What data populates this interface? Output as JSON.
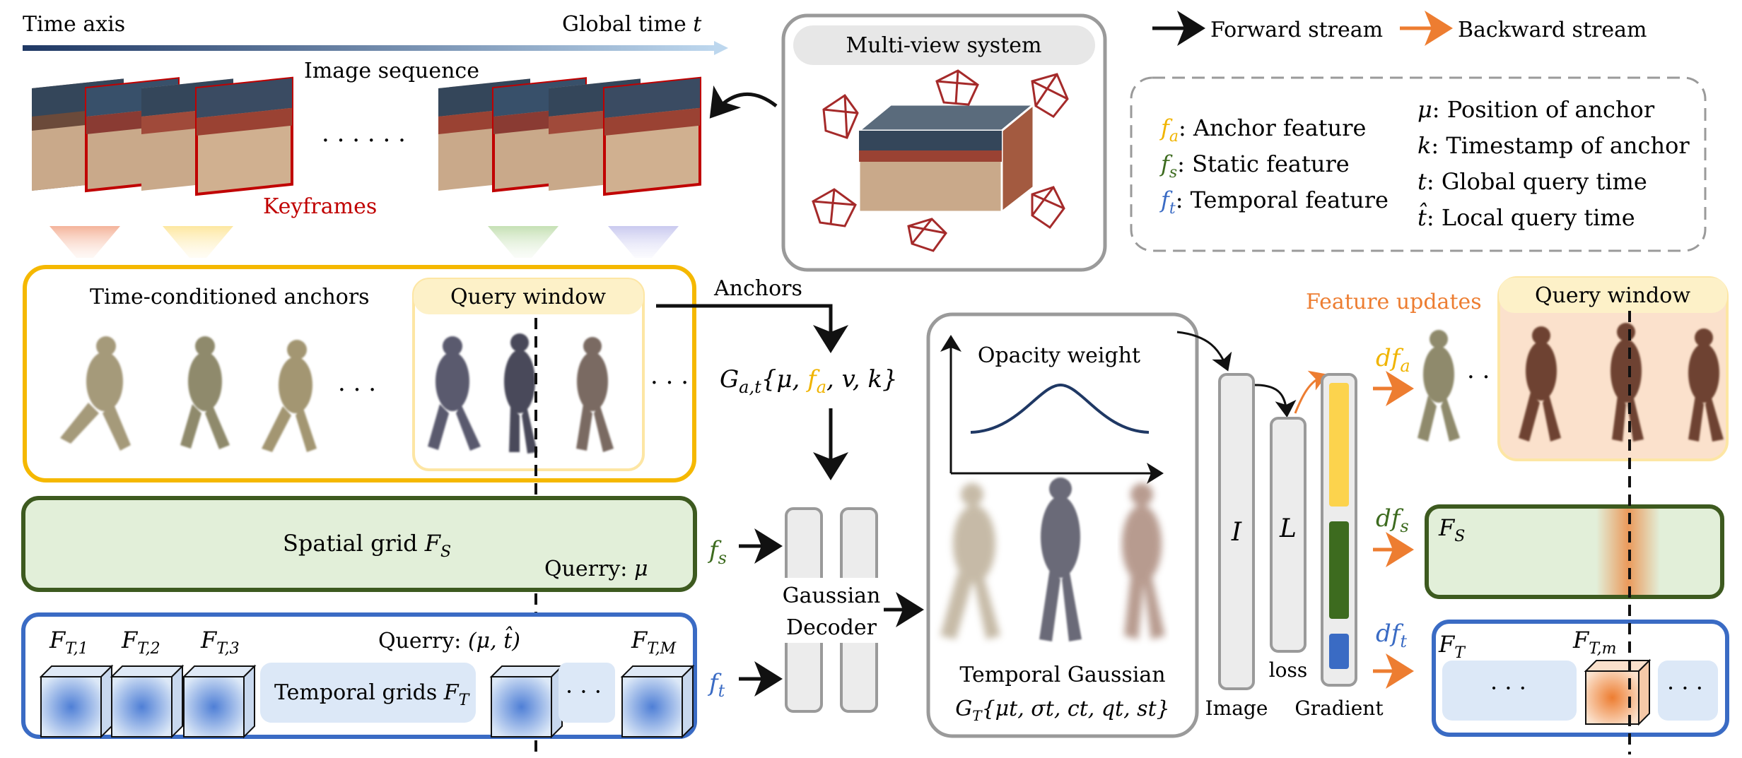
{
  "timeline": {
    "time_axis": "Time axis",
    "global_time": "Global time ",
    "t_sym": "t"
  },
  "image_sequence": {
    "label": "Image sequence",
    "dots": "· · · · · ·",
    "keyframes": "Keyframes"
  },
  "multiview": {
    "title": "Multi-view system"
  },
  "legend": {
    "forward": "Forward stream",
    "backward": "Backward stream"
  },
  "definitions": {
    "fa_sym": "f",
    "fa_sub": "a",
    "fa_text": ": Anchor feature",
    "fs_sym": "f",
    "fs_sub": "s",
    "fs_text": ": Static feature",
    "ft_sym": "f",
    "ft_sub": "t",
    "ft_text": ": Temporal feature",
    "mu_sym": "μ",
    "mu_text": ": Position of anchor",
    "k_sym": "k",
    "k_text": ": Timestamp of anchor",
    "t_sym": "t",
    "t_text": ": Global query time",
    "that_sym": "t̂",
    "that_text": ": Local query time"
  },
  "anchors_panel": {
    "title": "Time-conditioned anchors",
    "query_window": "Query window",
    "dots": "· · ·",
    "dots2": "· · ·"
  },
  "anchors_arrow": {
    "label": "Anchors"
  },
  "anchor_formula": {
    "g": "G",
    "g_sub": "a,t",
    "open": "{μ, ",
    "fa": "f",
    "fa_sub": "a",
    "rest": ", v, k}"
  },
  "spatial": {
    "label": "Spatial grid ",
    "F": "F",
    "F_sub": "S",
    "query": "Querry: ",
    "mu": "μ"
  },
  "temporal": {
    "cube_labels": [
      {
        "F": "F",
        "sub": "T,1"
      },
      {
        "F": "F",
        "sub": "T,2"
      },
      {
        "F": "F",
        "sub": "T,3"
      },
      {
        "F": "F",
        "sub": "T,M"
      }
    ],
    "grids_label": "Temporal grids ",
    "F": "F",
    "F_sub": "T",
    "query": "Querry:  ",
    "query_sym": "(μ, t̂)",
    "dots": "· · ·"
  },
  "decoder": {
    "fs": "f",
    "fs_sub": "s",
    "ft": "f",
    "ft_sub": "t",
    "label1": "Gaussian",
    "label2": "Decoder"
  },
  "temporal_gaussian": {
    "opacity": "Opacity weight",
    "title": "Temporal Gaussian",
    "formula_g": "G",
    "formula_sub": "T",
    "formula_rest": "{μ",
    "formula_full": "{μt, σt, ct, qt, st}"
  },
  "render": {
    "I": "I",
    "image": "Image",
    "L": "L",
    "loss": "loss",
    "gradient": "Gradient"
  },
  "updates": {
    "title": "Feature updates",
    "query_window": "Query window",
    "dots": "· · ·",
    "dfa": "d",
    "dfa_f": "f",
    "dfa_sub": "a",
    "dfs": "d",
    "dfs_f": "f",
    "dfs_sub": "s",
    "dft": "d",
    "dft_f": "f",
    "dft_sub": "t",
    "FS": "F",
    "FS_sub": "S",
    "FT": "F",
    "FT_sub": "T",
    "FTm": "F",
    "FTm_sub": "T,m",
    "dots_ft": "· · ·",
    "dots_ft2": "· · ·"
  },
  "colors": {
    "yellow": "#f5b800",
    "green_border": "#3d5a1f",
    "blue_border": "#3a6bc4",
    "orange": "#ed7d31",
    "red_frame": "#c00000",
    "fa_color": "#f0b400",
    "fs_color": "#3d6b1f",
    "ft_color": "#3a6bc4"
  }
}
